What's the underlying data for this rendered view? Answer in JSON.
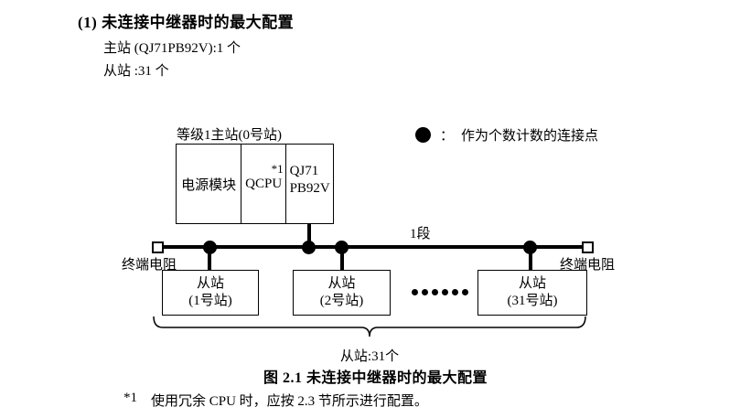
{
  "colors": {
    "ink": "#000000",
    "bg": "#ffffff"
  },
  "header": {
    "title": "(1) 未连接中继器时的最大配置",
    "master_count": "主站 (QJ71PB92V):1 个",
    "slave_count": "从站 :31 个"
  },
  "legend": {
    "separator": "：",
    "text": "作为个数计数的连接点"
  },
  "diagram": {
    "master": {
      "label": "等级1主站(0号站)",
      "power_module": "电源模块",
      "cpu": "QCPU",
      "cpu_footnote_ref": "*1",
      "pb_module_line1": "QJ71",
      "pb_module_line2": "PB92V"
    },
    "bus": {
      "segment_label": "1段",
      "terminator_left": "终端电阻",
      "terminator_right": "终端电阻"
    },
    "slaves": [
      {
        "line1": "从站",
        "line2": "(1号站)"
      },
      {
        "line1": "从站",
        "line2": "(2号站)"
      },
      {
        "line1": "从站",
        "line2": "(31号站)"
      }
    ],
    "brace_label": "从站:31个"
  },
  "caption": "图 2.1 未连接中继器时的最大配置",
  "footnote": {
    "ref": "*1",
    "text": "使用冗余 CPU 时，应按 2.3 节所示进行配置。"
  }
}
